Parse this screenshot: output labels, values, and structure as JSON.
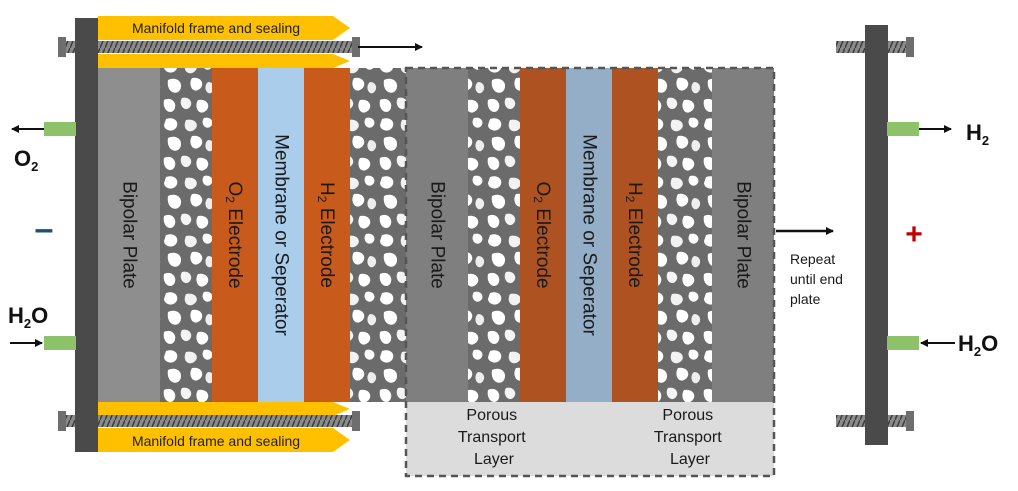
{
  "manifold": {
    "top_label": "Manifold frame and sealing",
    "bottom_label": "Manifold frame and sealing"
  },
  "cell1": {
    "bipolar_plate": "Bipolar Plate",
    "o2_electrode": {
      "base": "O",
      "sub": "2",
      "rest": " Electrode"
    },
    "membrane": "Membrane or Seperator",
    "h2_electrode": {
      "base": "H",
      "sub": "2",
      "rest": " Electrode"
    }
  },
  "cell2": {
    "bipolar_plate_left": "Bipolar Plate",
    "o2_electrode": {
      "base": "O",
      "sub": "2",
      "rest": " Electrode"
    },
    "membrane": "Membrane or Seperator",
    "h2_electrode": {
      "base": "H",
      "sub": "2",
      "rest": " Electrode"
    },
    "bipolar_plate_right": "Bipolar Plate",
    "ptl_left": [
      "Porous",
      "Transport",
      "Layer"
    ],
    "ptl_right": [
      "Porous",
      "Transport",
      "Layer"
    ]
  },
  "left_side": {
    "o2_out": {
      "base": "O",
      "sub": "2"
    },
    "h2o_in": {
      "base": "H",
      "sub": "2",
      "rest": "O"
    },
    "polarity": "–"
  },
  "right_side": {
    "h2_out": {
      "base": "H",
      "sub": "2"
    },
    "h2o_in": {
      "base": "H",
      "sub": "2",
      "rest": "O"
    },
    "polarity": "+"
  },
  "repeat_note": [
    "Repeat",
    "until end",
    "plate"
  ],
  "colors": {
    "end_plate": "#4a4a4a",
    "bipolar_plate": "#8e8e8e",
    "bipolar_plate_dark": "#7a7a7a",
    "electrode": "#c85a1c",
    "electrode_dim": "#ad5220",
    "membrane": "#a9cdea",
    "membrane_dim": "#94aec8",
    "ptl_bg": "#6b6b6b",
    "ptl_blob": "#ffffff",
    "manifold": "#ffc000",
    "port": "#8dc26a",
    "minus": "#1f4e79",
    "plus": "#c00000"
  }
}
